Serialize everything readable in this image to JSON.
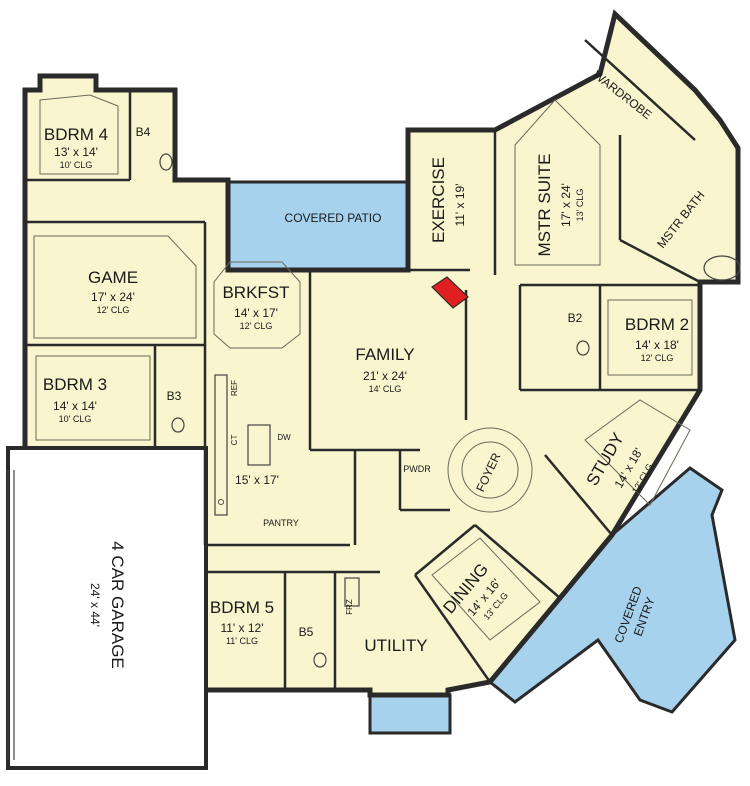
{
  "colors": {
    "floor": "#f8f5cf",
    "patio": "#a6d2ee",
    "wall": "#2a2a2a",
    "fireplace": "#e02020",
    "garage": "#ffffff"
  },
  "rooms": {
    "bdrm4": {
      "name": "BDRM 4",
      "size": "13' x 14'",
      "clg": "10' CLG"
    },
    "b4": {
      "name": "B4"
    },
    "covered_patio": {
      "name": "COVERED PATIO"
    },
    "exercise": {
      "name": "EXERCISE",
      "size": "11' x 19'"
    },
    "mstr_suite": {
      "name": "MSTR SUITE",
      "size": "17' x 24'",
      "clg": "13' CLG"
    },
    "wardrobe": {
      "name": "WARDROBE"
    },
    "mstr_bath": {
      "name": "MSTR BATH"
    },
    "game": {
      "name": "GAME",
      "size": "17' x 24'",
      "clg": "12' CLG"
    },
    "brkfst": {
      "name": "BRKFST",
      "size": "14' x 17'",
      "clg": "12' CLG"
    },
    "family": {
      "name": "FAMILY",
      "size": "21' x 24'",
      "clg": "14' CLG"
    },
    "b2": {
      "name": "B2"
    },
    "bdrm2": {
      "name": "BDRM 2",
      "size": "14' x 18'",
      "clg": "12' CLG"
    },
    "bdrm3": {
      "name": "BDRM 3",
      "size": "14' x 14'",
      "clg": "10' CLG"
    },
    "b3": {
      "name": "B3"
    },
    "kitchen": {
      "size": "15' x 17'",
      "ref": "REF",
      "dw": "DW",
      "ct": "CT",
      "o": "O"
    },
    "pantry": {
      "name": "PANTRY"
    },
    "pwdr": {
      "name": "PWDR"
    },
    "foyer": {
      "name": "FOYER"
    },
    "study": {
      "name": "STUDY",
      "size": "14' x 18'",
      "clg": "12' CLG"
    },
    "garage": {
      "name": "4 CAR GARAGE",
      "size": "24' x 44'"
    },
    "dining": {
      "name": "DINING",
      "size": "14' x 16'",
      "clg": "13' CLG"
    },
    "covered_entry": {
      "name": "COVERED",
      "name2": "ENTRY"
    },
    "bdrm5": {
      "name": "BDRM 5",
      "size": "11' x 12'",
      "clg": "11' CLG"
    },
    "b5": {
      "name": "B5"
    },
    "frz": {
      "name": "FRZ"
    },
    "utility": {
      "name": "UTILITY"
    }
  }
}
